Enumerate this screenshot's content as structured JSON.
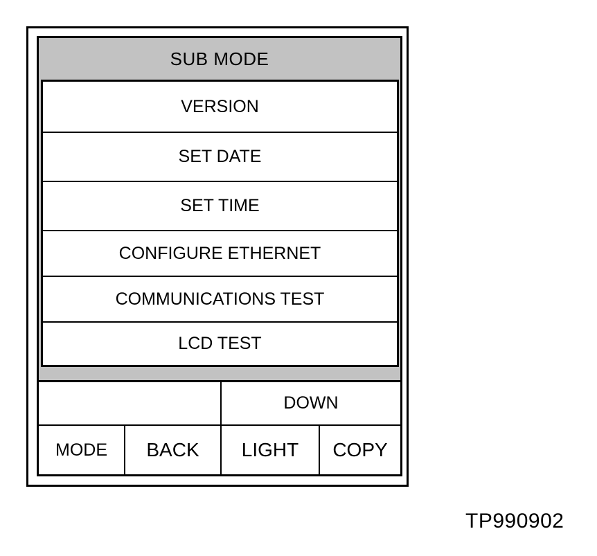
{
  "panel": {
    "title": "SUB MODE"
  },
  "menu": {
    "items": [
      {
        "label": "VERSION"
      },
      {
        "label": "SET DATE"
      },
      {
        "label": "SET TIME"
      },
      {
        "label": "CONFIGURE ETHERNET"
      },
      {
        "label": "COMMUNICATIONS TEST"
      },
      {
        "label": "LCD TEST"
      }
    ]
  },
  "buttons": {
    "top_left": "",
    "down": "DOWN",
    "mode": "MODE",
    "back": "BACK",
    "light": "LIGHT",
    "copy": "COPY"
  },
  "figure_id": "TP990902",
  "colors": {
    "panel_gray": "#c2c2c2",
    "border": "#000000",
    "background": "#ffffff"
  }
}
